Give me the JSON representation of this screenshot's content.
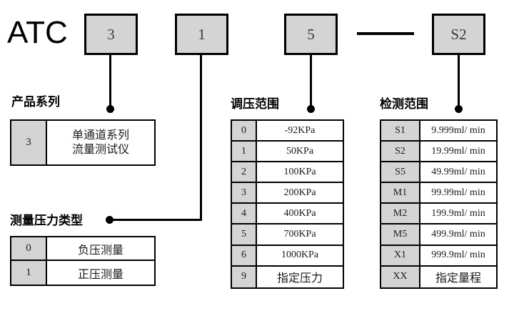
{
  "brand": "ATC",
  "code_row": {
    "boxes": [
      {
        "name": "series-code",
        "value": "3"
      },
      {
        "name": "pressure-type-code",
        "value": "1"
      },
      {
        "name": "regulate-range-code",
        "value": "5"
      },
      {
        "name": "detect-range-code",
        "value": "S2"
      }
    ],
    "separator": "—"
  },
  "sections": {
    "series": {
      "heading": "产品系列",
      "rows": [
        {
          "code": "3",
          "line1": "单通道系列",
          "line2": "流量测试仪"
        }
      ]
    },
    "pressure_type": {
      "heading": "测量压力类型",
      "rows": [
        {
          "code": "0",
          "value": "负压测量"
        },
        {
          "code": "1",
          "value": "正压测量"
        }
      ]
    },
    "regulate_range": {
      "heading": "调压范围",
      "rows": [
        {
          "code": "0",
          "value": "-92KPa"
        },
        {
          "code": "1",
          "value": "50KPa"
        },
        {
          "code": "2",
          "value": "100KPa"
        },
        {
          "code": "3",
          "value": "200KPa"
        },
        {
          "code": "4",
          "value": "400KPa"
        },
        {
          "code": "5",
          "value": "700KPa"
        },
        {
          "code": "6",
          "value": "1000KPa"
        },
        {
          "code": "9",
          "value": "指定压力"
        }
      ]
    },
    "detect_range": {
      "heading": "检测范围",
      "rows": [
        {
          "code": "S1",
          "value": "9.999ml/ min"
        },
        {
          "code": "S2",
          "value": "19.99ml/ min"
        },
        {
          "code": "S5",
          "value": "49.99ml/ min"
        },
        {
          "code": "M1",
          "value": "99.99ml/ min"
        },
        {
          "code": "M2",
          "value": "199.9ml/ min"
        },
        {
          "code": "M5",
          "value": "499.9ml/ min"
        },
        {
          "code": "X1",
          "value": "999.9ml/ min"
        },
        {
          "code": "XX",
          "value": "指定量程"
        }
      ]
    }
  },
  "colors": {
    "box_fill": "#d4d4d4",
    "line": "#000000",
    "background": "#ffffff"
  }
}
